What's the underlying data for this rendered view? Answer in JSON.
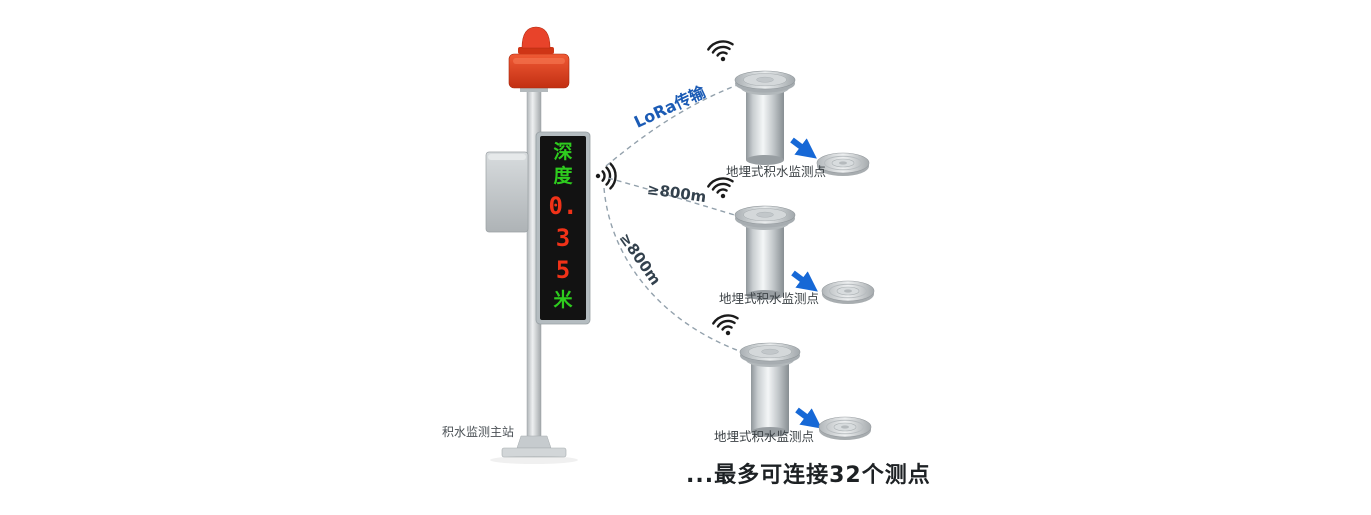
{
  "station": {
    "label": "积水监测主站",
    "display": {
      "rows": [
        "深",
        "度",
        "0.",
        "3",
        "5",
        "米"
      ]
    }
  },
  "links": {
    "lora_label": "LoRa传输",
    "range_mid": "≥800m",
    "range_bottom": "≥800m"
  },
  "sensors": [
    {
      "label": "地埋式积水监测点"
    },
    {
      "label": "地埋式积水监测点"
    },
    {
      "label": "地埋式积水监测点"
    }
  ],
  "footer": {
    "note": "...最多可连接32个测点"
  },
  "colors": {
    "led_green": "#2ecc1e",
    "led_red": "#f03218",
    "arrow_blue": "#1668d6",
    "lora_blue": "#1b5bb5",
    "alarm_red": "#e1411f"
  }
}
